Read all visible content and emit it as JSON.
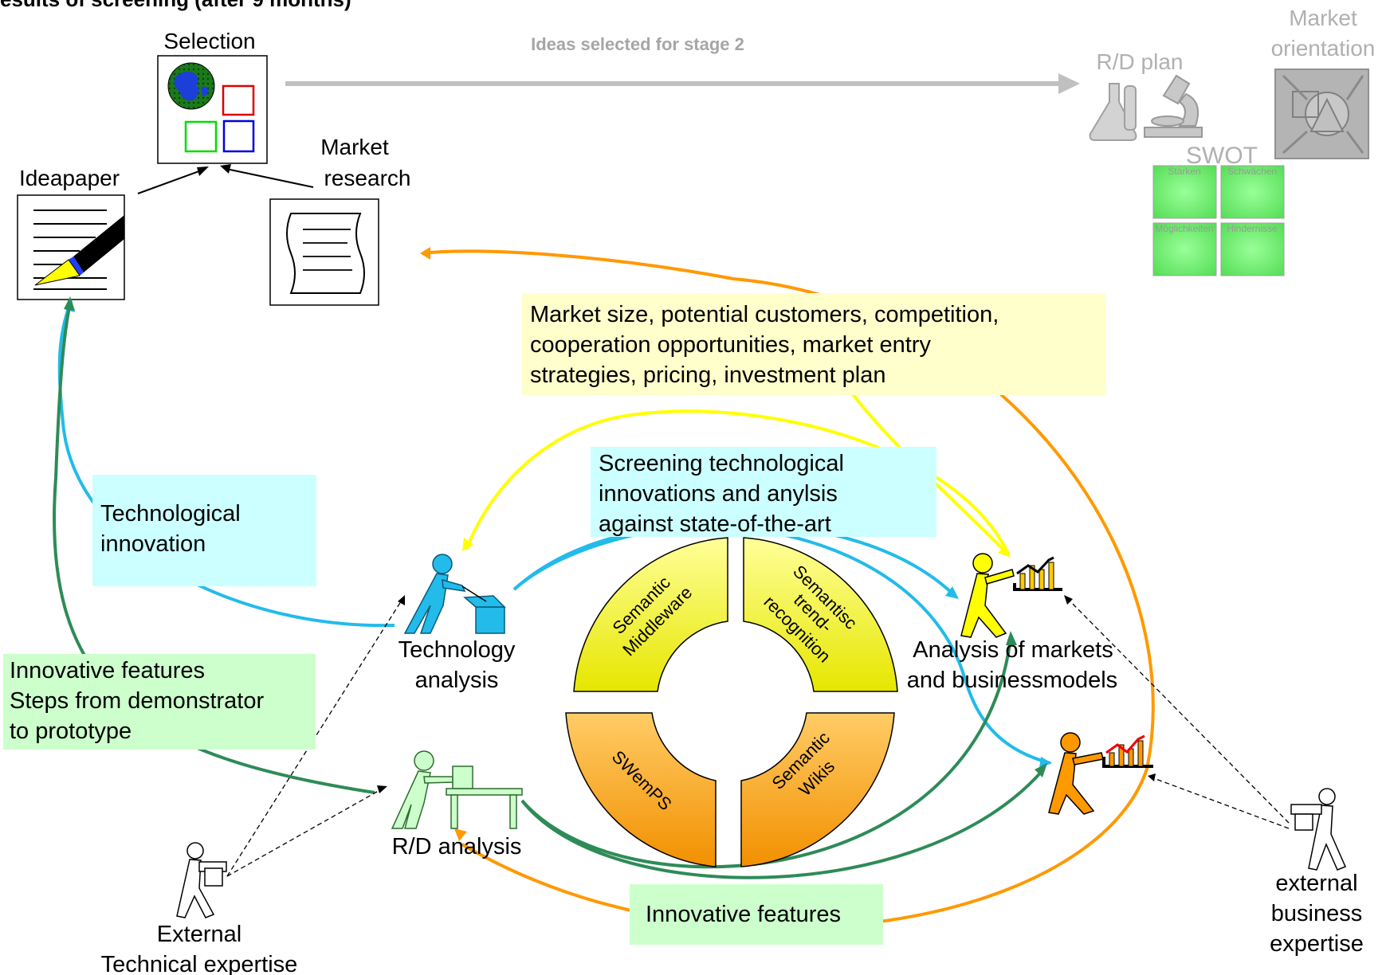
{
  "title": "esults of screening (after 9 months)",
  "top": {
    "selection": "Selection",
    "ideapaper": "Ideapaper",
    "market_research": [
      "Market",
      "research"
    ],
    "ideas_selected": "Ideas selected for stage 2",
    "rd_plan": "R/D plan",
    "market_orientation": [
      "Market",
      "orientation"
    ],
    "swot": {
      "title": "SWOT",
      "cells": [
        "Stärken",
        "Schwächen",
        "Möglichkeiten",
        "Hindernisse"
      ]
    }
  },
  "boxes": {
    "market_info": [
      "Market size, potential customers, competition,",
      "cooperation opportunities, market entry",
      "strategies, pricing, investment plan"
    ],
    "screening": [
      "Screening technological",
      "innovations and anylsis",
      "against state-of-the-art"
    ],
    "tech_innovation": [
      "Technological",
      "innovation"
    ],
    "innovative_features_left": [
      "Innovative features",
      "Steps from demonstrator",
      "to prototype"
    ],
    "innovative_features_bottom": "Innovative features"
  },
  "actors": {
    "technology_analysis": [
      "Technology",
      "analysis"
    ],
    "rd_analysis": "R/D analysis",
    "markets_analysis": [
      "Analysis of markets",
      "and businessmodels"
    ],
    "external_technical": [
      "External",
      "Technical expertise"
    ],
    "external_business": [
      "external",
      "business",
      "expertise"
    ]
  },
  "center": {
    "q1": [
      "Semantic",
      "Middleware"
    ],
    "q2": [
      "Semantisc",
      "trend-",
      "recognition"
    ],
    "q3": [
      "SWemPS"
    ],
    "q4": [
      "Semantic",
      "Wikis"
    ]
  },
  "colors": {
    "blue": "#22bbea",
    "green": "#2e8b57",
    "yellow": "#ffff00",
    "orange": "#ff9900",
    "grey": "#c0c0c0",
    "box_yellow": "#ffffcc",
    "box_cyan": "#ccffff",
    "box_green": "#ccffcc"
  }
}
